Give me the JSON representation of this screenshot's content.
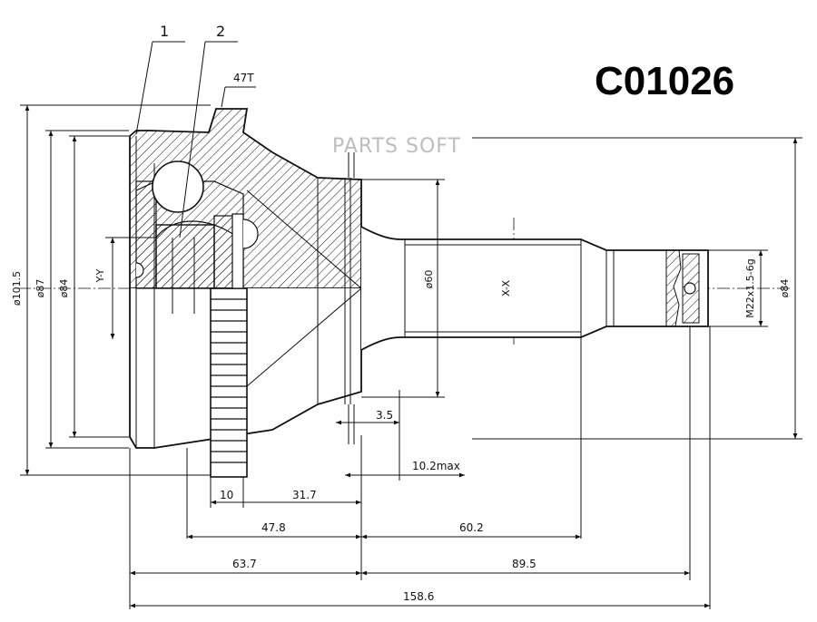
{
  "part_number": "C01026",
  "watermark": "PARTS SOFT",
  "callouts": [
    "1",
    "2"
  ],
  "tooth_count": "47T",
  "section_labels": {
    "yy": "Y-Y",
    "xx": "X-X"
  },
  "diameters": {
    "d101_5": "ø101.5",
    "d87": "ø87",
    "d84_left": "ø84",
    "d60": "ø60",
    "d84_right": "ø84"
  },
  "thread": "M22x1.5-6g",
  "lengths": {
    "l3_5": "3.5",
    "l10_2max": "10.2max",
    "l10": "10",
    "l31_7": "31.7",
    "l47_8": "47.8",
    "l60_2": "60.2",
    "l63_7": "63.7",
    "l89_5": "89.5",
    "l158_6": "158.6"
  }
}
